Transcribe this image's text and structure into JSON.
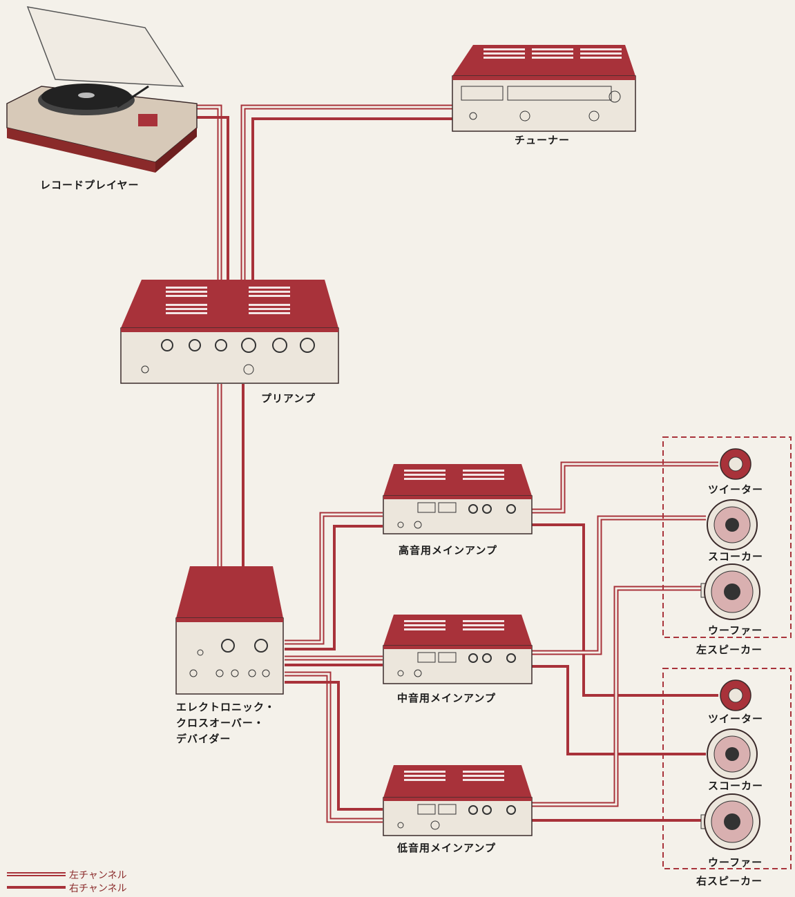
{
  "colors": {
    "accent": "#a8323a",
    "cable_light": "#e8b0b0",
    "background": "#f4f1ea"
  },
  "labels": {
    "record_player": "レコードプレイヤー",
    "tuner": "チューナー",
    "preamp": "プリアンプ",
    "crossover_line1": "エレクトロニック・",
    "crossover_line2": "クロスオーバー・",
    "crossover_line3": "デバイダー",
    "high_amp": "高音用メインアンプ",
    "mid_amp": "中音用メインアンプ",
    "low_amp": "低音用メインアンプ",
    "left_speaker": "左スピーカー",
    "right_speaker": "右スピーカー",
    "tweeter": "ツイーター",
    "squawker": "スコーカー",
    "woofer": "ウーファー"
  },
  "legend": {
    "left_channel": "左チャンネル",
    "right_channel": "右チャンネル"
  }
}
